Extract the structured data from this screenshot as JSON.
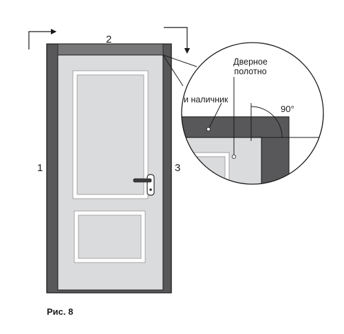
{
  "labels": {
    "side_left": "1",
    "side_top": "2",
    "side_right": "3",
    "door_leaf_line1": "Дверное",
    "door_leaf_line2": "полотно",
    "casing": "и наличник",
    "angle": "90°"
  },
  "caption": "Рис. 8",
  "colors": {
    "frame": "#58585a",
    "frame_stroke": "#2b2b2b",
    "leaf": "#dadbdc",
    "panel_border": "#ffffff",
    "line": "#1a1a1a",
    "background": "#ffffff"
  }
}
